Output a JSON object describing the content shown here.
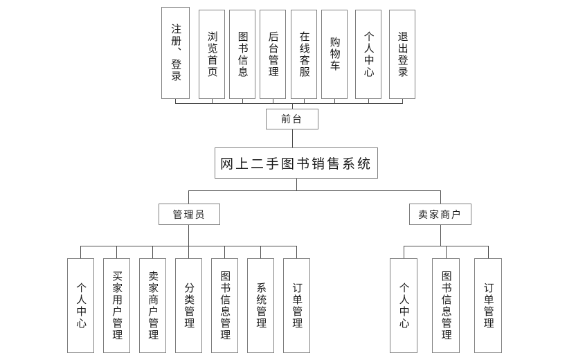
{
  "diagram": {
    "title_text": "网上二手图书销售系统",
    "type": "org-tree",
    "nodes": {
      "root": {
        "label": "网上二手图书销售系统"
      },
      "frontend": {
        "label": "前台"
      },
      "admin": {
        "label": "管理员"
      },
      "seller": {
        "label": "卖家商户"
      }
    },
    "frontend_children": [
      {
        "label": "注册、登录"
      },
      {
        "label": "浏览首页"
      },
      {
        "label": "图书信息"
      },
      {
        "label": "后台管理"
      },
      {
        "label": "在线客服"
      },
      {
        "label": "购物车"
      },
      {
        "label": "个人中心"
      },
      {
        "label": "退出登录"
      }
    ],
    "admin_children": [
      {
        "label": "个人中心"
      },
      {
        "label": "买家用户管理"
      },
      {
        "label": "卖家商户管理"
      },
      {
        "label": "分类管理"
      },
      {
        "label": "图书信息管理"
      },
      {
        "label": "系统管理"
      },
      {
        "label": "订单管理"
      }
    ],
    "seller_children": [
      {
        "label": "个人中心"
      },
      {
        "label": "图书信息管理"
      },
      {
        "label": "订单管理"
      }
    ],
    "colors": {
      "background": "#ffffff",
      "box_border": "#7f7f7f",
      "connector": "#4d4d4d",
      "text": "#1a1a1a"
    }
  }
}
